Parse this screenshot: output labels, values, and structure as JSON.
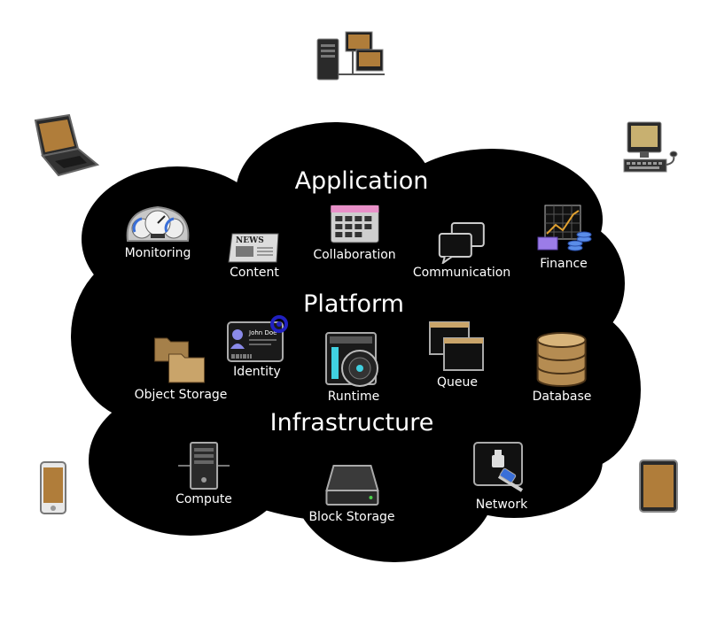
{
  "layers": {
    "application": "Application",
    "platform": "Platform",
    "infrastructure": "Infrastructure"
  },
  "services": {
    "monitoring": "Monitoring",
    "content": "Content",
    "collaboration": "Collaboration",
    "communication": "Communication",
    "finance": "Finance",
    "object_storage": "Object Storage",
    "identity": "Identity",
    "identity_card_name": "John Doe",
    "runtime": "Runtime",
    "queue": "Queue",
    "database": "Database",
    "compute": "Compute",
    "block_storage": "Block Storage",
    "network": "Network",
    "content_icon_text": "NEWS"
  },
  "devices": [
    "server-network",
    "laptop",
    "desktop-computer",
    "smartphone",
    "tablet"
  ],
  "colors": {
    "cloud": "#000000",
    "text": "#ffffff",
    "screen": "#b07d3a",
    "folder": "#c9a46a",
    "database": "#caa46a",
    "accent_pink": "#e890c8",
    "accent_blue": "#3a6fd8"
  }
}
